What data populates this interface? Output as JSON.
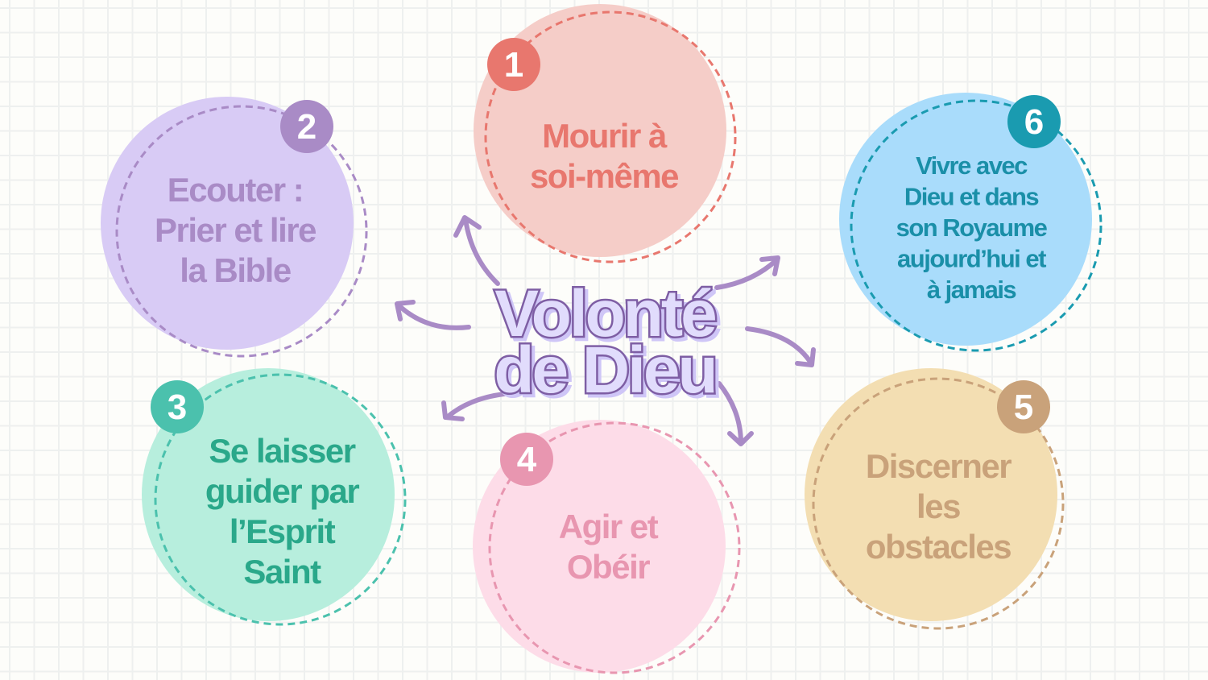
{
  "title": {
    "line1": "Volonté",
    "line2": "de Dieu"
  },
  "steps": [
    {
      "number": "1",
      "lines": [
        "Mourir à",
        "soi-même"
      ],
      "fill": "#f5cdc8",
      "accent": "#e8776e",
      "text_color": "#e8776e"
    },
    {
      "number": "2",
      "lines": [
        "Ecouter :",
        "Prier et lire",
        "la Bible"
      ],
      "fill": "#d8cbf5",
      "accent": "#a98bc6",
      "text_color": "#a98bc6"
    },
    {
      "number": "3",
      "lines": [
        "Se laisser",
        "guider par",
        "l’Esprit",
        "Saint"
      ],
      "fill": "#b7eedd",
      "accent": "#4bc1ad",
      "text_color": "#2aa88a"
    },
    {
      "number": "4",
      "lines": [
        "Agir et",
        "Obéir"
      ],
      "fill": "#fddce8",
      "accent": "#e896b0",
      "text_color": "#e896b0"
    },
    {
      "number": "5",
      "lines": [
        "Discerner",
        "les",
        "obstacles"
      ],
      "fill": "#f3deb2",
      "accent": "#c9a27a",
      "text_color": "#c9a27a"
    },
    {
      "number": "6",
      "lines": [
        "Vivre avec",
        "Dieu et dans",
        "son Royaume",
        "aujourd’hui et",
        "à jamais"
      ],
      "fill": "#a9dcfb",
      "accent": "#1a9bb0",
      "text_color": "#1a8fa8"
    }
  ]
}
